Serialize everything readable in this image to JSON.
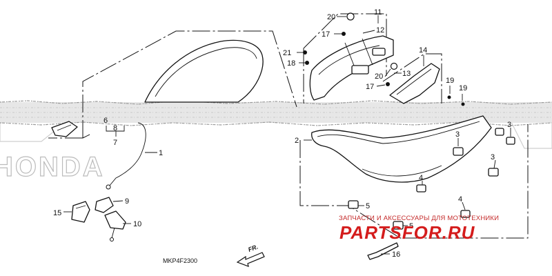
{
  "diagram_code": "MKP4F2300",
  "direction_label": "FR.",
  "watermark": {
    "shop_name": "ЗАПЧАСТИ И АКСЕССУАРЫ ДЛЯ МОТОТЕХНИКИ",
    "shop_domain": "PARTSFOR.RU",
    "brand_text": "HONDA"
  },
  "callouts": [
    "1",
    "2",
    "3",
    "3",
    "3",
    "4",
    "4",
    "5",
    "5",
    "6",
    "7",
    "8",
    "9",
    "10",
    "11",
    "12",
    "13",
    "14",
    "15",
    "16",
    "17",
    "17",
    "18",
    "19",
    "19",
    "20",
    "20",
    "21"
  ],
  "colors": {
    "line": "#111111",
    "watermark_red": "#d41c1c",
    "torn_band": "#cfcfcf"
  }
}
